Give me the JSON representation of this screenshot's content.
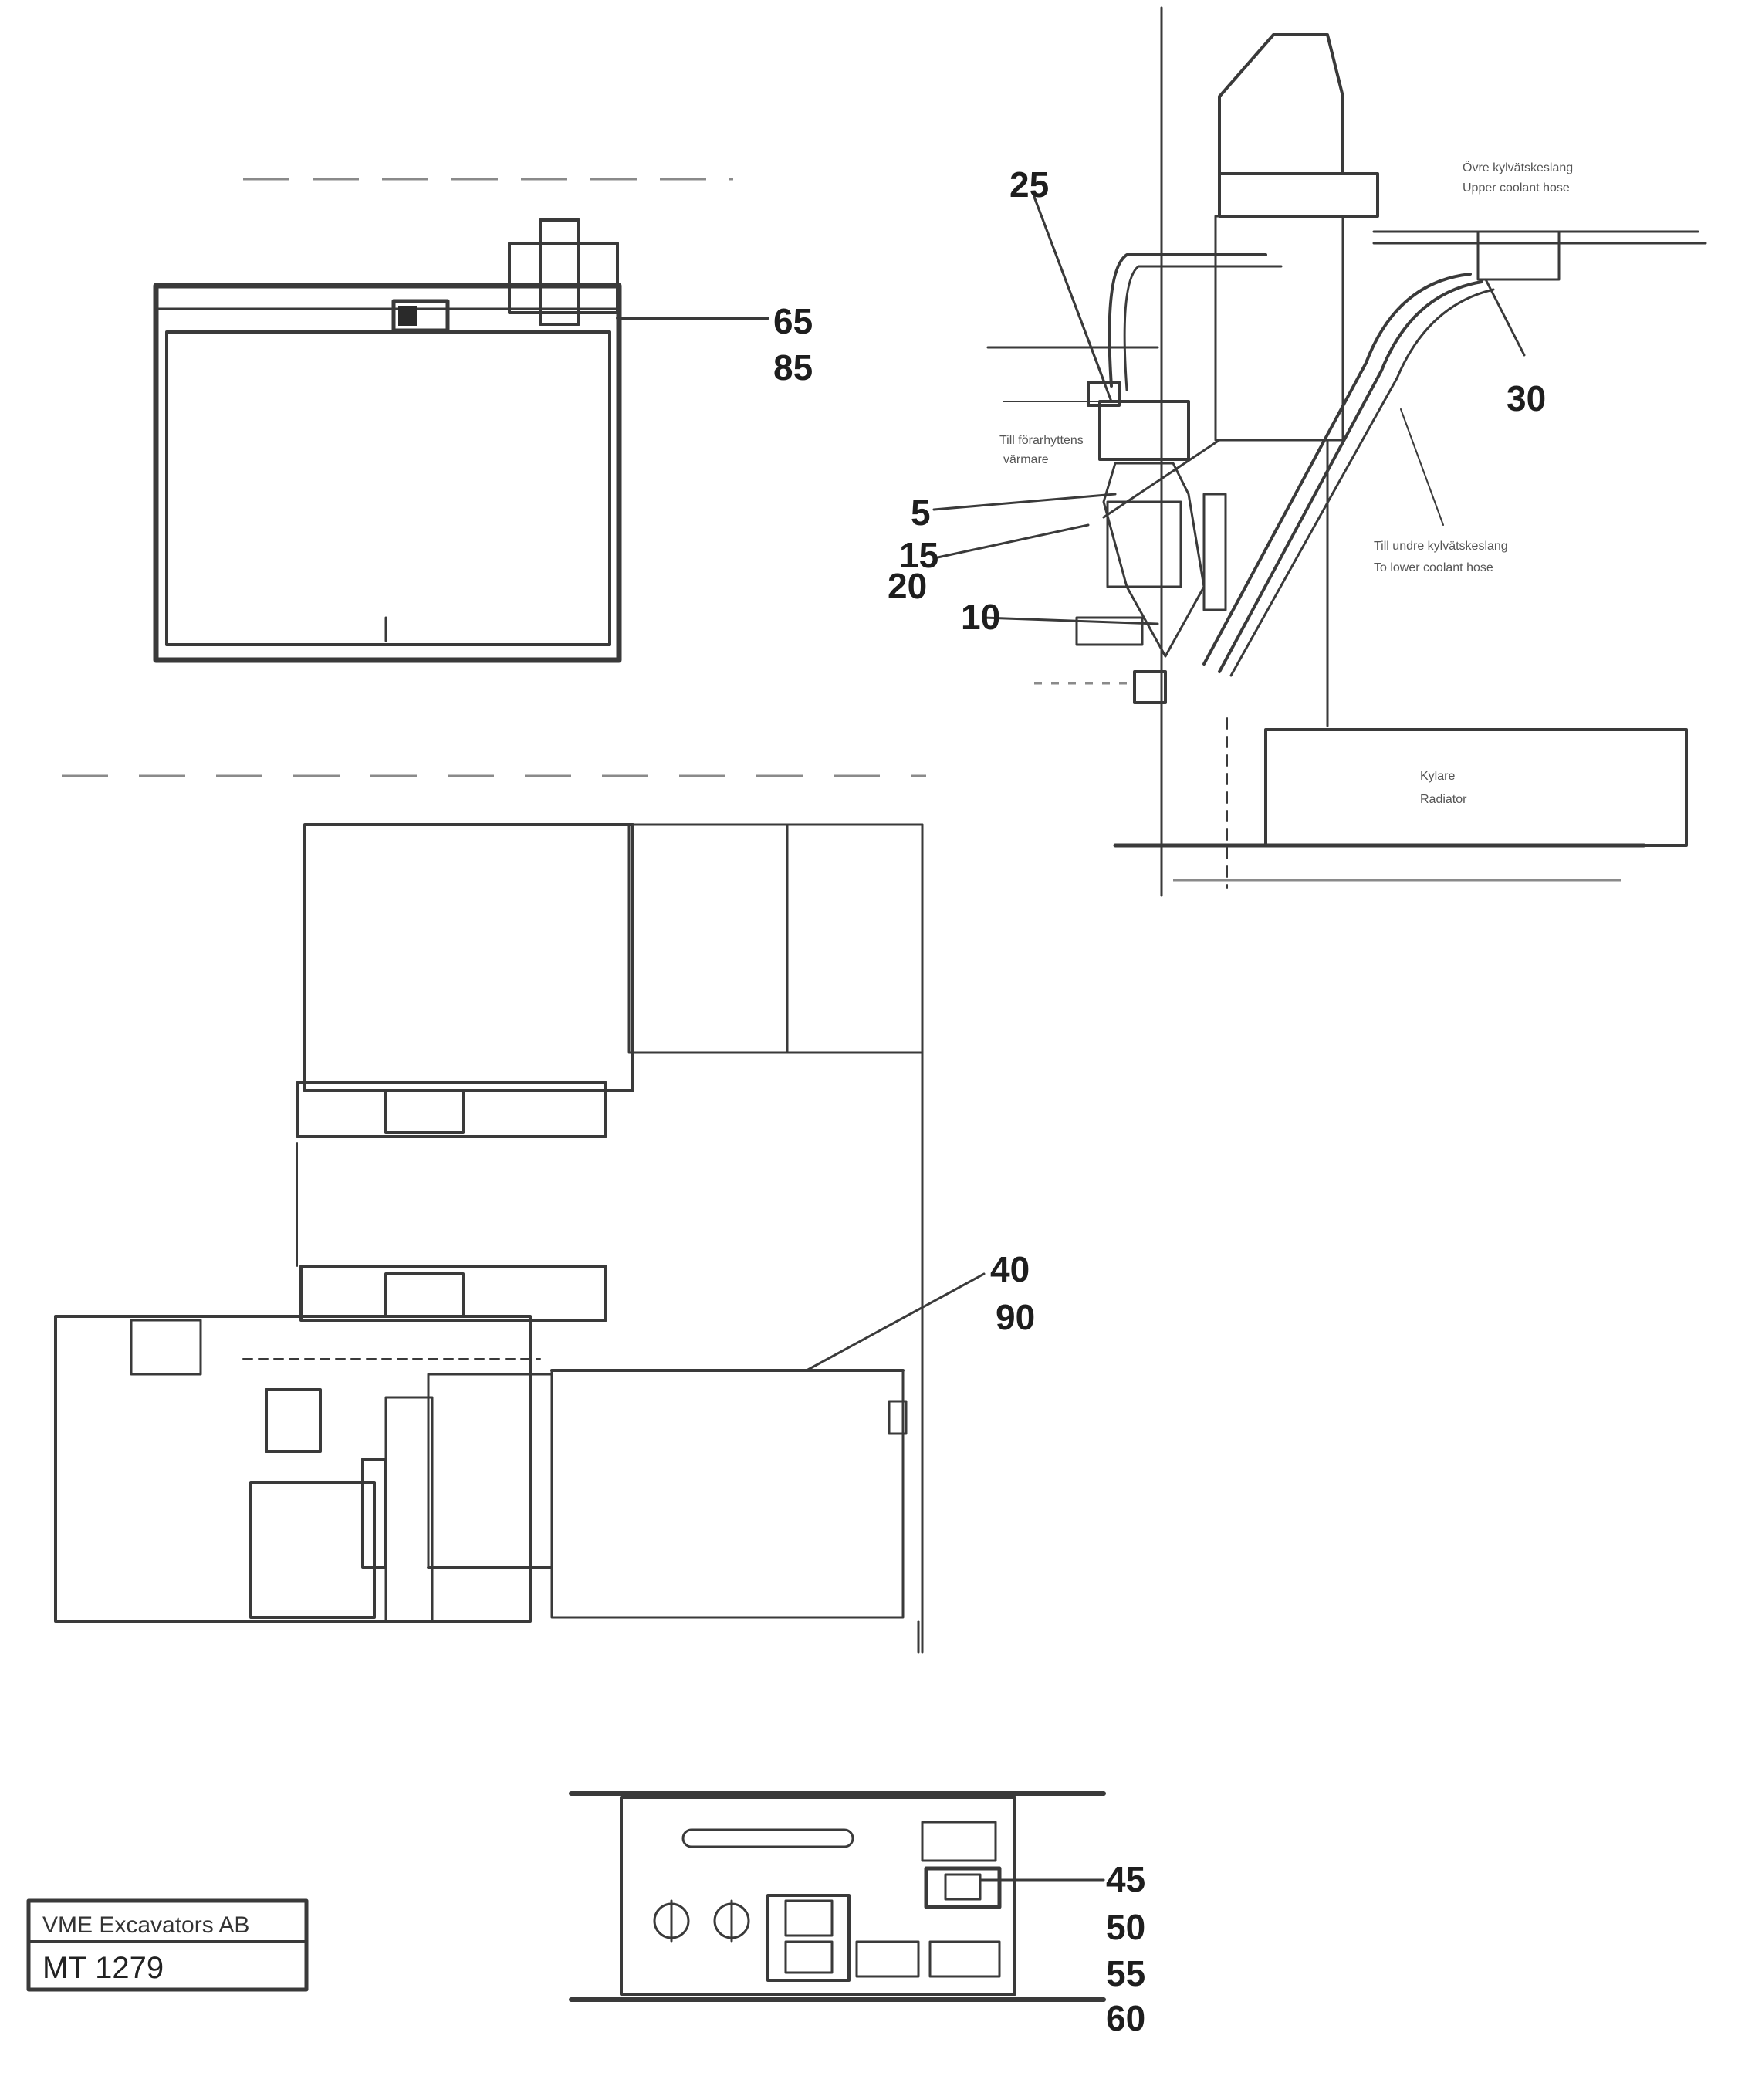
{
  "title_block": {
    "company": "VME Excavators AB",
    "drawing_no": "MT 1279"
  },
  "callouts": {
    "c65": "65",
    "c85": "85",
    "c25": "25",
    "c30": "30",
    "c5": "5",
    "c15": "15",
    "c20": "20",
    "c10": "10",
    "c40": "40",
    "c90": "90",
    "c45": "45",
    "c50": "50",
    "c55": "55",
    "c60": "60"
  },
  "annotations": {
    "upper_right_1": "Övre kylvätskeslang",
    "upper_right_2": "Upper coolant hose",
    "heater_1": "Till förarhyttens",
    "heater_2": "värmare",
    "lower_right_1": "Till undre kylvätskeslang",
    "lower_right_2": "To lower coolant hose",
    "radiator_1": "Kylare",
    "radiator_2": "Radiator"
  }
}
